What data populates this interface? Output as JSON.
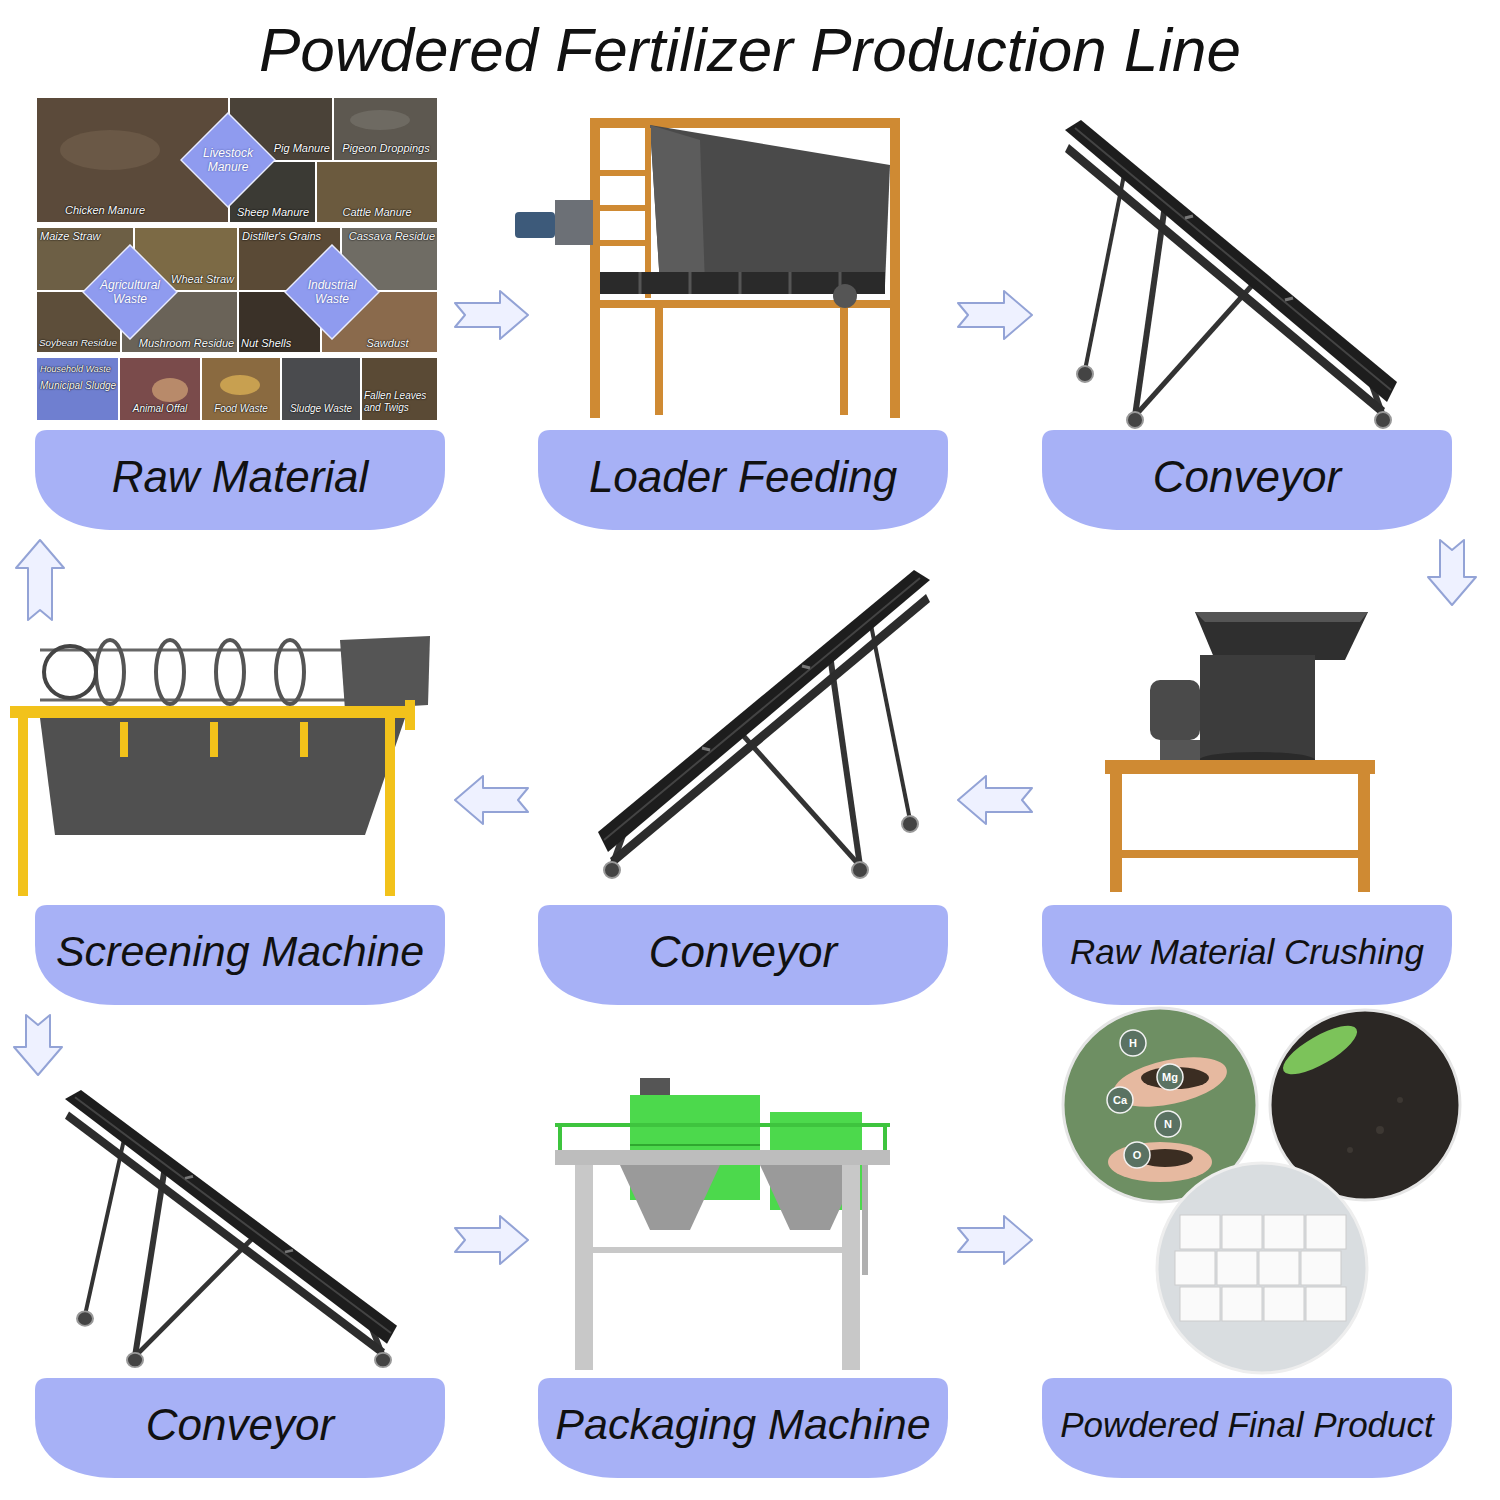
{
  "diagram": {
    "title": "Powdered Fertilizer Production Line",
    "nodes": [
      {
        "text": [
          "Raw Material"
        ]
      },
      {
        "text": [
          "Livestock Manure"
        ],
        "in": 0
      },
      {
        "text": [
          "Agricultural Waste"
        ],
        "in": 0
      },
      {
        "text": [
          "Industrial Waste"
        ],
        "in": 0
      },
      {
        "text": [
          "Loader Feeding"
        ]
      },
      {
        "text": [
          "Conveyor"
        ]
      },
      {
        "text": [
          "Raw Material Crushing"
        ]
      },
      {
        "text": [
          "Conveyor"
        ]
      },
      {
        "text": [
          "Screening Machine"
        ]
      },
      {
        "text": [
          "Conveyor"
        ]
      },
      {
        "text": [
          "Packaging Machine"
        ]
      },
      {
        "text": [
          "Powdered Final Product"
        ]
      }
    ],
    "edges": [
      {
        "from": 0,
        "to": 4,
        "arrow": "to"
      },
      {
        "from": 4,
        "to": 5,
        "arrow": "to"
      },
      {
        "from": 5,
        "to": 6,
        "arrow": "to"
      },
      {
        "from": 6,
        "to": 7,
        "arrow": "to"
      },
      {
        "from": 7,
        "to": 8,
        "arrow": "to"
      },
      {
        "from": 8,
        "to": 0,
        "arrow": "to"
      },
      {
        "from": 8,
        "to": 9,
        "arrow": "to"
      },
      {
        "from": 9,
        "to": 10,
        "arrow": "to"
      },
      {
        "from": 10,
        "to": 11,
        "arrow": "to"
      }
    ],
    "labels": [
      "Pig Manure",
      "Pigeon Droppings",
      "Chicken Manure",
      "Sheep Manure",
      "Cattle Manure",
      "Maize Straw",
      "Wheat Straw",
      "Distiller's Grains",
      "Cassava Residue",
      "Soybean Residue",
      "Mushroom Residue",
      "Nut Shells",
      "Sawdust",
      "Household Waste",
      "Municipal Sludge",
      "Animal Offal",
      "Food Waste",
      "Sludge Waste",
      "Fallen Leaves and Twigs",
      "H",
      "Mg",
      "Ca",
      "N",
      "O"
    ]
  }
}
